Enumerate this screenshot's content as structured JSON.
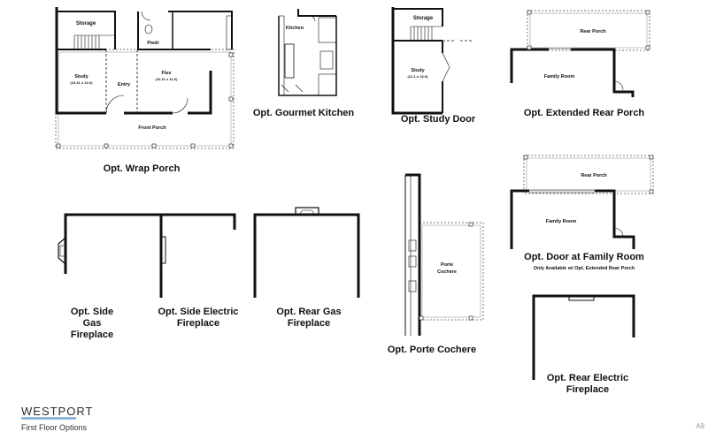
{
  "captions": {
    "wrap_porch": "Opt. Wrap Porch",
    "gourmet_kitchen": "Opt. Gourmet Kitchen",
    "study_door": "Opt. Study Door",
    "extended_rear_porch": "Opt. Extended Rear Porch",
    "side_gas_fireplace": "Opt. Side Gas Fireplace",
    "side_electric_fireplace": "Opt. Side Electric Fireplace",
    "rear_gas_fireplace": "Opt. Rear Gas Fireplace",
    "porte_cochere": "Opt. Porte Cochere",
    "door_family_room": "Opt. Door at Family Room",
    "door_family_room_note": "Only Available w/ Opt. Extended Rear Porch",
    "rear_electric_fireplace": "Opt. Rear Electric Fireplace"
  },
  "rooms": {
    "storage": "Storage",
    "pwdr": "Pwdr",
    "study": "Study",
    "study_dims": "(10-11 x 13-0)",
    "study_dims_alt": "(11-1 x 13-0)",
    "entry": "Entry",
    "flex": "Flex",
    "flex_dims": "(10-11 x 11-0)",
    "front_porch": "Front Porch",
    "kitchen": "Kitchen",
    "rear_porch": "Rear Porch",
    "family_room": "Family Room",
    "porte_cochere_a": "Porte",
    "porte_cochere_b": "Cochere"
  },
  "branding": {
    "name": "WESTPORT",
    "subtitle": "First Floor Options",
    "code": "A9"
  },
  "colors": {
    "wall": "#111111",
    "porch_outline": "#777777",
    "brand_bar": "#8fb8d8"
  }
}
